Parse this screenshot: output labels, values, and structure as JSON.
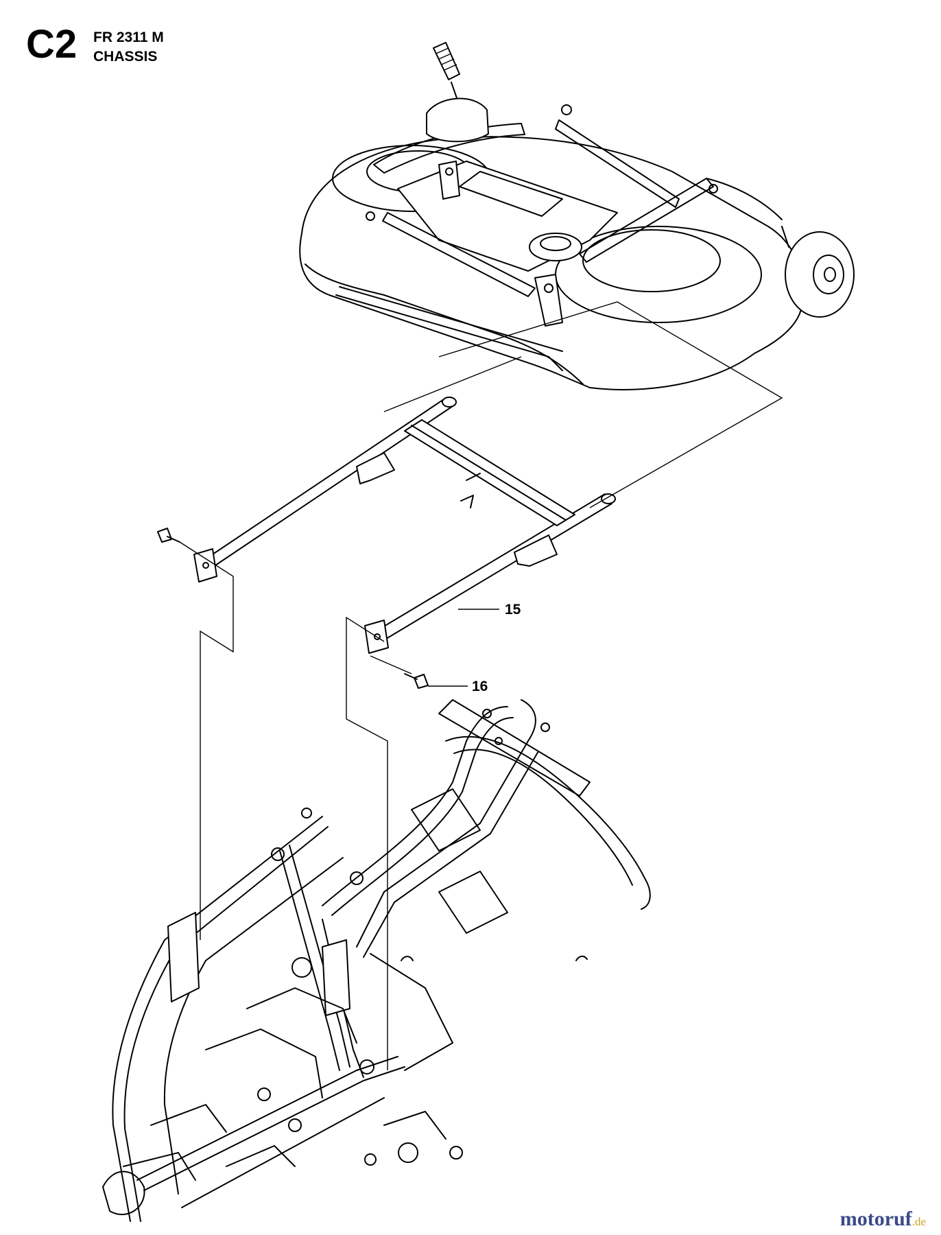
{
  "header": {
    "section_code": "C2",
    "model": "FR 2311 M",
    "section_title": "CHASSIS"
  },
  "parts": [
    {
      "ref": "15",
      "part": "deck-suspension-frame"
    },
    {
      "ref": "16",
      "part": "screw"
    }
  ],
  "watermark": {
    "main": "motoruf",
    "tld": ".de"
  }
}
